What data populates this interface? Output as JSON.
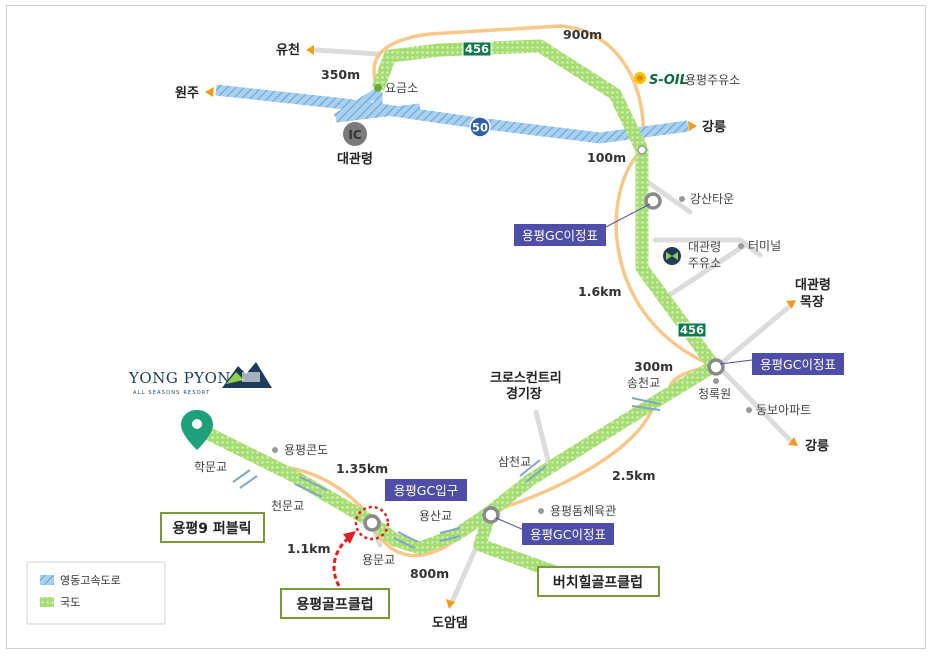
{
  "colors": {
    "expressway": "#8fc1e6",
    "national_road": "#9bd86a",
    "route_curve": "#f7c88a",
    "purple_box": "#4e4ea8",
    "green_outline": "#7a9a3a",
    "hub_gray": "#8a8a8a",
    "route_badge_green": "#0b7a48",
    "route_badge_blue": "#2e5fa8",
    "arrow_orange": "#f39c1a",
    "red_arrow": "#e02020"
  },
  "destinations": {
    "yucheon": "유천",
    "wonju": "원주",
    "gangneung_top": "강릉",
    "daegwallyeong_ranch_line1": "대관령",
    "daegwallyeong_ranch_line2": "목장",
    "gangneung_bottom": "강릉",
    "doam_dam": "도암댐"
  },
  "places": {
    "tollgate": "요금소",
    "soil_logo": "S-OIL",
    "soil_station": "용평주유소",
    "gangsan_town": "강산타운",
    "daegwallyeong_station_line1": "대관령",
    "daegwallyeong_station_line2": "주유소",
    "terminal": "터미널",
    "cheongnogwon": "청록원",
    "dongbo_apt": "동보아파트",
    "yongpyong_condo": "용평콘도",
    "yongpyong_gym": "용평돔체육관",
    "cross_country_line1": "크로스컨트리",
    "cross_country_line2": "경기장",
    "ic_badge": "IC",
    "ic_name": "대관령"
  },
  "bridges": {
    "songcheon": "송천교",
    "samcheon": "삼천교",
    "yongsan": "용산교",
    "yongmun": "용문교",
    "cheonmun": "천문교",
    "hakmun": "학문교"
  },
  "distances": {
    "d900": "900m",
    "d350": "350m",
    "d100": "100m",
    "d1600": "1.6km",
    "d300": "300m",
    "d2500": "2.5km",
    "d1350": "1.35km",
    "d1100": "1.1km",
    "d800": "800m"
  },
  "route_badges": {
    "r456_top": "456",
    "r50": "50",
    "r456_mid": "456"
  },
  "signs": {
    "sign1": "용평GC이정표",
    "sign2": "용평GC이정표",
    "sign3": "용평GC이정표",
    "gc_entrance": "용평GC입구"
  },
  "golf_clubs": {
    "yongpyong9": "용평9 퍼블릭",
    "yongpyong_golf": "용평골프클럽",
    "birch_hill": "버치힐골프클럽"
  },
  "brand": {
    "name": "YONG PYONG",
    "tagline": "ALL SEASONS RESORT"
  },
  "legend": {
    "expressway": "영동고속도로",
    "national_road": "국도"
  }
}
